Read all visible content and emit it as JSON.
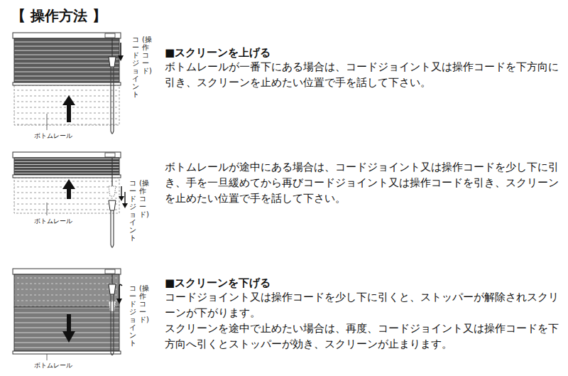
{
  "diagram": {
    "title": "【 操作方法 】",
    "labels": [
      "■スクリーンを上げる",
      "ボトムレールが一番下にある場合は、コードジョイント又は操作コードを下方向に引き、スクリーンを止めたい位置で手を話して下さい。",
      "(操作コード)",
      "コードジョイント",
      "ボトムレール",
      "ボトムレールが途中にある場合は、コードジョイント又は操作コードを少し下に引き、手を一旦緩めてから再びコードジョイント又は操作コードを引き、スクリーンを止めたい位置で手を話して下さい。",
      "(操作コード)",
      "コードジョイント",
      "ボトムレール",
      "■スクリーンを下げる",
      "コードジョイント又は操作コードを少し下に引くと、ストッパーが解除されスクリーンが下がります。",
      "スクリーンを途中で止めたい場合は、再度、コードジョイント又は操作コードを下方向へ引くとストッパーが効き、スクリーンが止まります。",
      "(操作コード)",
      "コードジョイント",
      "ボトムレール"
    ]
  }
}
